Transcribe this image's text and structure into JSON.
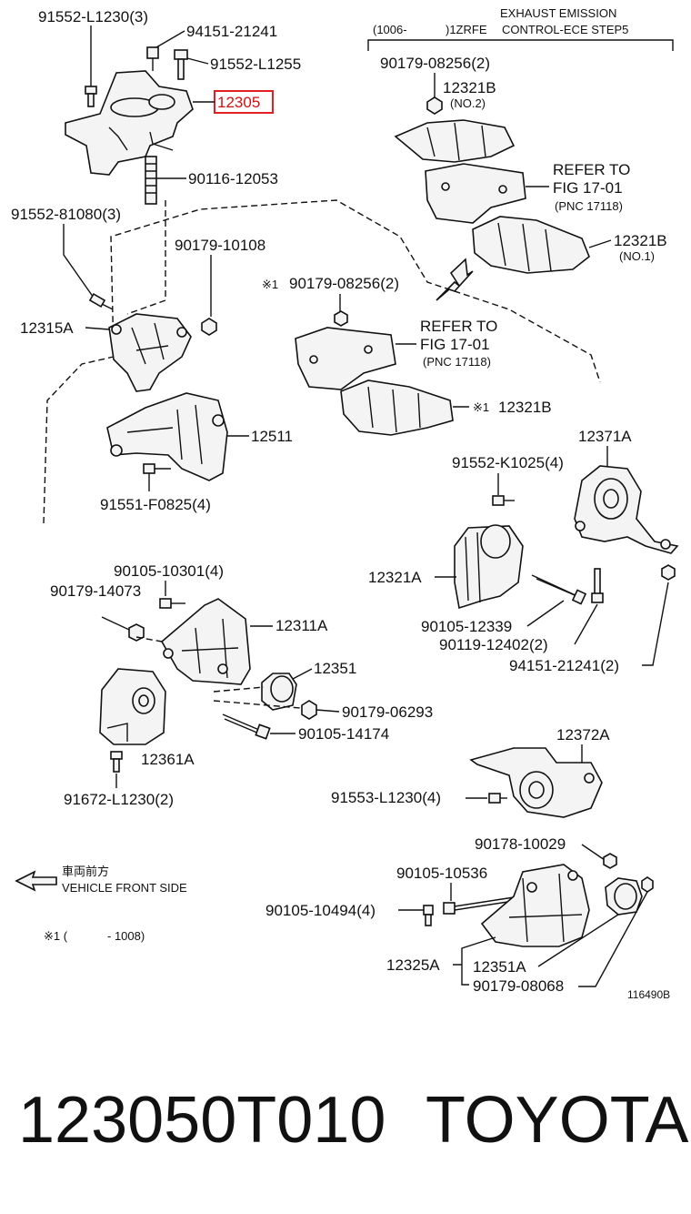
{
  "header": {
    "note_line1": "EXHAUST EMISSION",
    "note_line2_left": "(1006-",
    "note_line2_mid": ")1ZRFE",
    "note_line2_right": "CONTROL-ECE STEP5"
  },
  "labels": {
    "p91552_L1230_3": "91552-L1230(3)",
    "p94151_21241": "94151-21241",
    "p91552_L1255": "91552-L1255",
    "p12305": "12305",
    "p90116_12053": "90116-12053",
    "p91552_81080_3": "91552-81080(3)",
    "p90179_10108": "90179-10108",
    "p12315A": "12315A",
    "p90179_08256_2_top": "90179-08256(2)",
    "p12321B_no2": "12321B",
    "no2": "(NO.2)",
    "refer_to_1": "REFER TO",
    "fig_17_01_1": "FIG 17-01",
    "pnc_1": "(PNC 17118)",
    "p12321B_no1": "12321B",
    "no1": "(NO.1)",
    "mark1_a": "※1",
    "p90179_08256_2_mid": "90179-08256(2)",
    "refer_to_2": "REFER TO",
    "fig_17_01_2": "FIG 17-01",
    "pnc_2": "(PNC 17118)",
    "mark1_b": "※1",
    "p12321B_mid": "12321B",
    "p12511": "12511",
    "p91551_F0825_4": "91551-F0825(4)",
    "p12371A": "12371A",
    "p91552_K1025_4": "91552-K1025(4)",
    "p12321A": "12321A",
    "p90105_12339": "90105-12339",
    "p90119_12402_2": "90119-12402(2)",
    "p94151_21241_2": "94151-21241(2)",
    "p90105_10301_4": "90105-10301(4)",
    "p90179_14073": "90179-14073",
    "p12311A": "12311A",
    "p12351": "12351",
    "p90179_06293": "90179-06293",
    "p90105_14174": "90105-14174",
    "p12361A": "12361A",
    "p91672_L1230_2": "91672-L1230(2)",
    "p12372A": "12372A",
    "p91553_L1230_4": "91553-L1230(4)",
    "p90178_10029": "90178-10029",
    "p90105_10536": "90105-10536",
    "p90105_10494_4": "90105-10494(4)",
    "p12325A": "12325A",
    "p12351A": "12351A",
    "p90179_08068": "90179-08068",
    "front_jp": "車両前方",
    "front_en": "VEHICLE FRONT SIDE",
    "footnote_mark": "※1 (",
    "footnote_range": "- 1008)",
    "diagram_id": "116490B"
  },
  "footer": {
    "part_number": "123050T010",
    "brand": "TOYOTA"
  },
  "colors": {
    "highlight": "#e02020",
    "ink": "#111111",
    "background": "#ffffff"
  }
}
